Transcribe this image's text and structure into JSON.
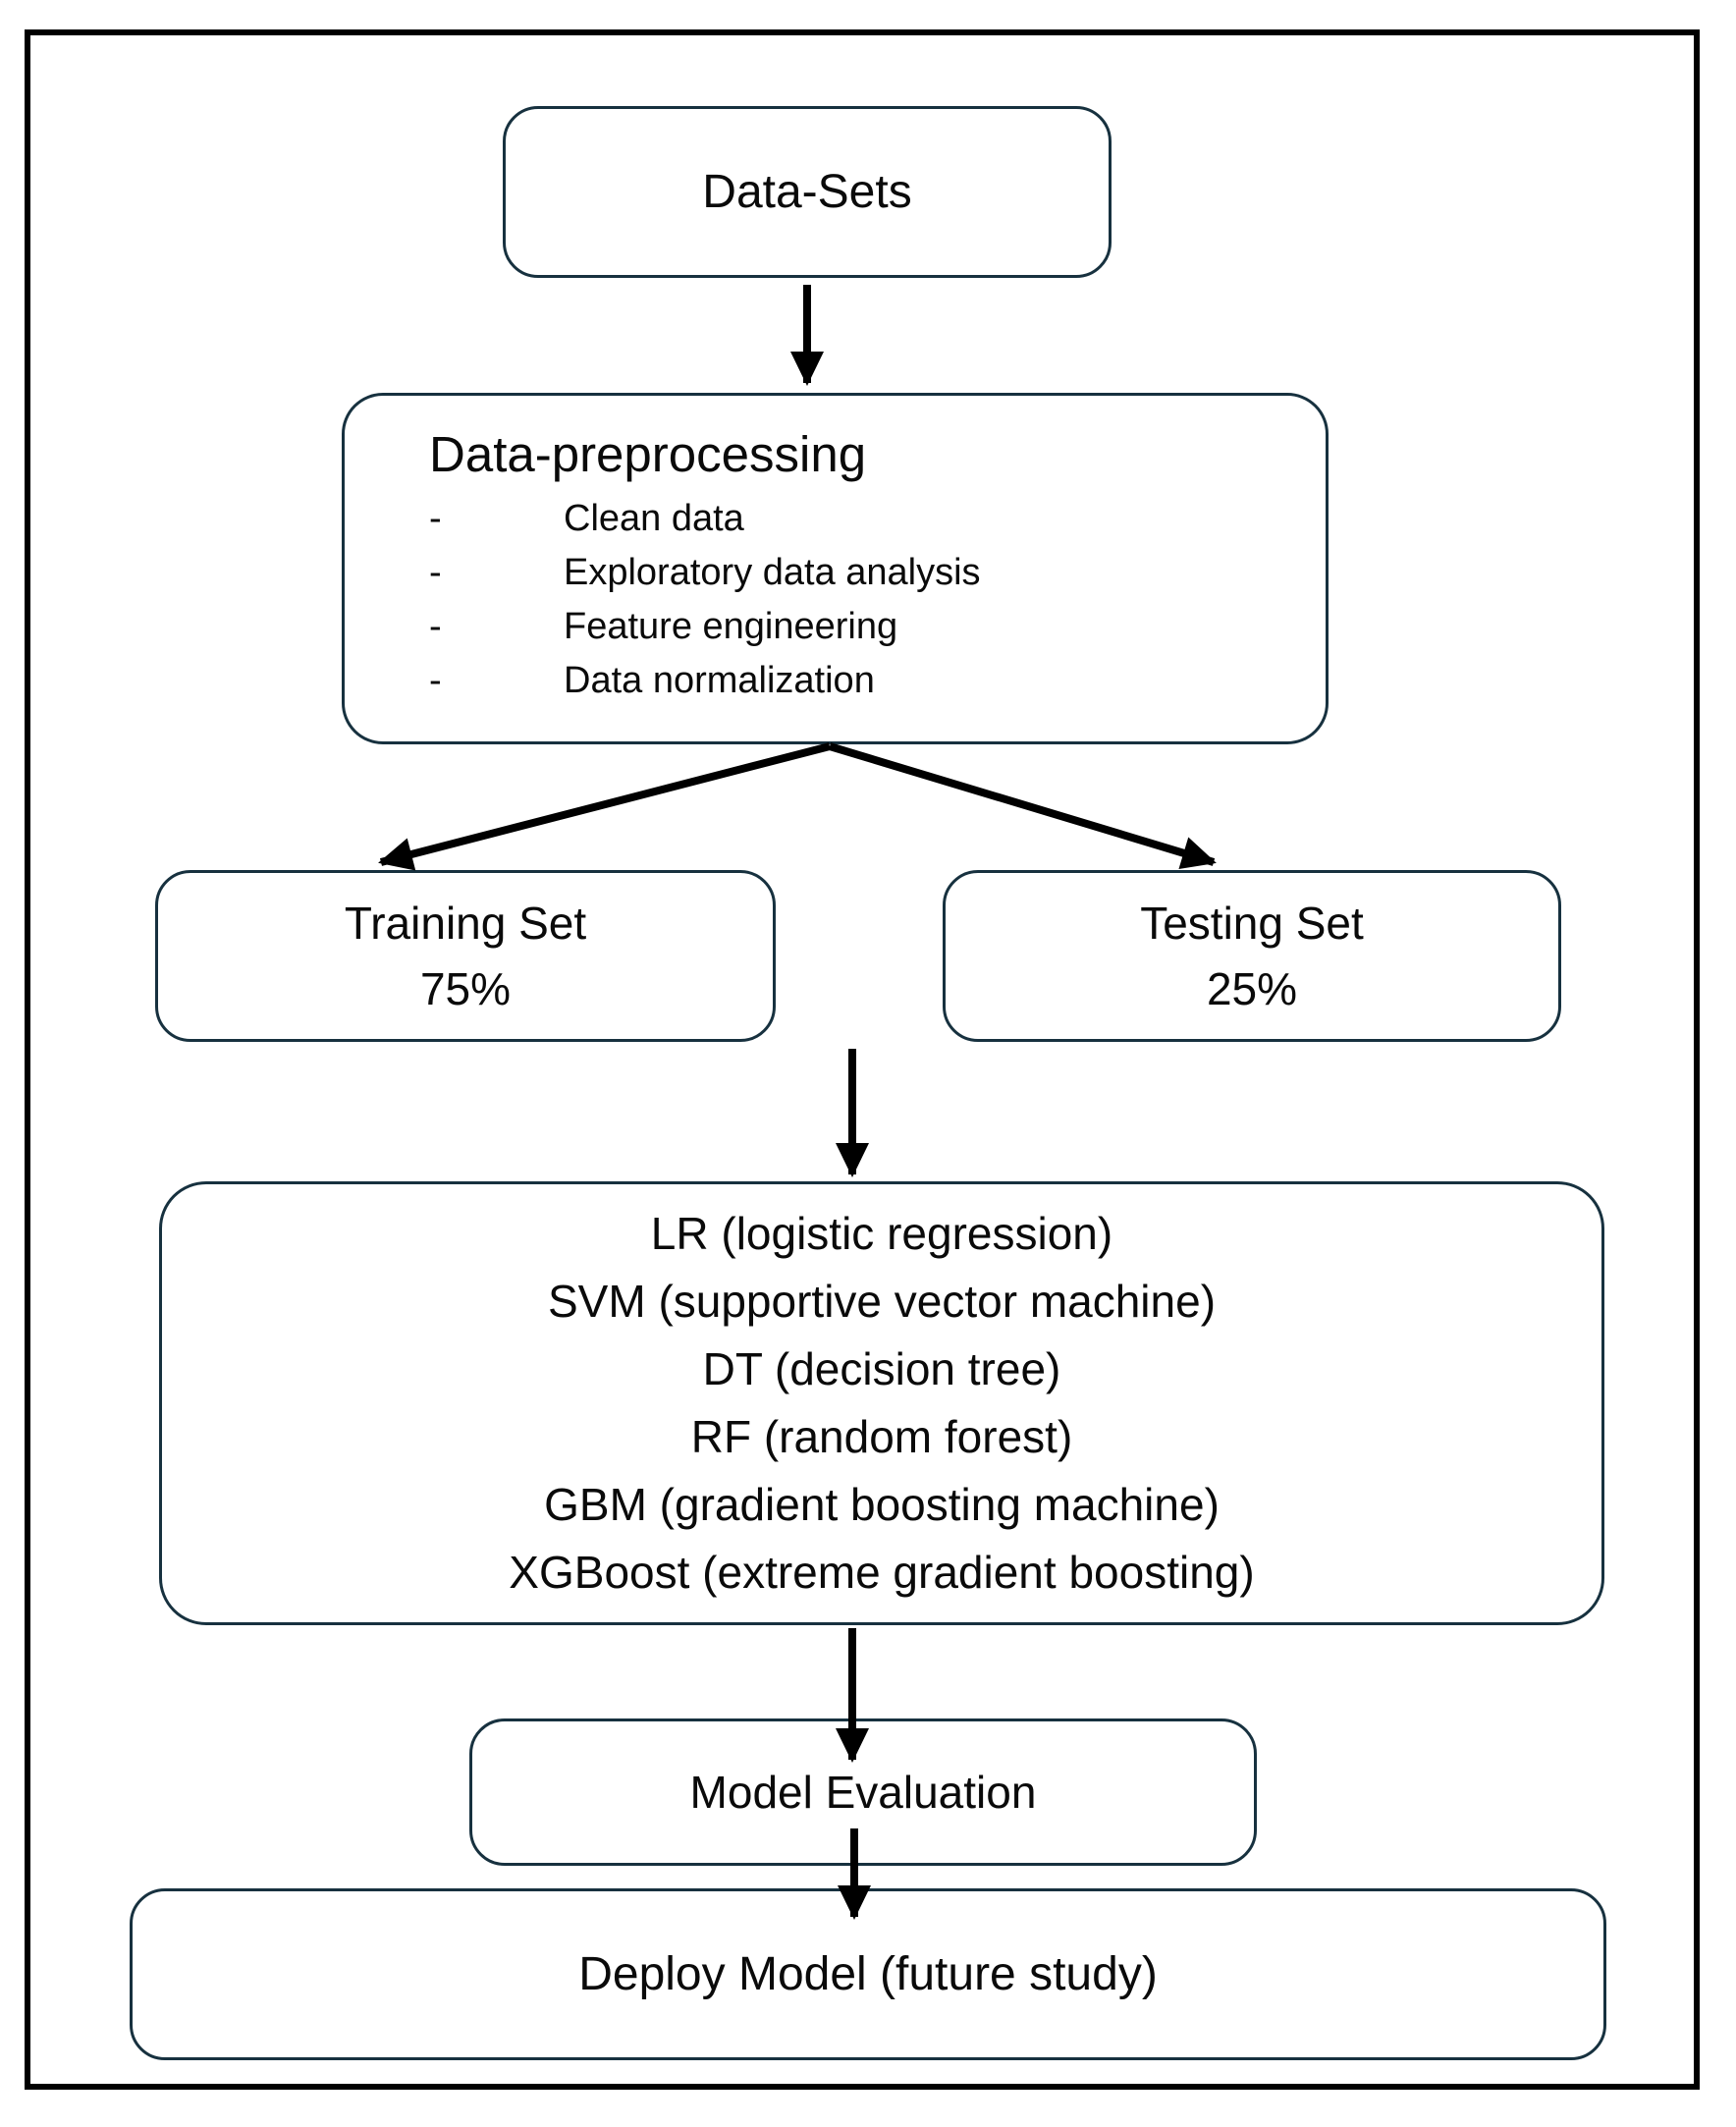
{
  "figure": {
    "type": "flowchart",
    "colors": {
      "box_border": "#17313f",
      "arrow": "#000000",
      "frame_border": "#000000",
      "background": "#ffffff",
      "text": "#0a0a0a"
    },
    "nodes": {
      "datasets": {
        "label": "Data-Sets"
      },
      "preprocessing": {
        "title": "Data-preprocessing",
        "marker": "-",
        "bullets": [
          "Clean data",
          "Exploratory data analysis",
          "Feature engineering",
          "Data normalization"
        ]
      },
      "training_set": {
        "title": "Training Set",
        "value": "75%"
      },
      "testing_set": {
        "title": "Testing Set",
        "value": "25%"
      },
      "models": {
        "items": [
          "LR (logistic regression)",
          "SVM (supportive vector machine)",
          "DT (decision tree)",
          "RF (random forest)",
          "GBM (gradient boosting machine)",
          "XGBoost (extreme gradient boosting)"
        ]
      },
      "evaluation": {
        "label": "Model Evaluation"
      },
      "deploy": {
        "label": "Deploy Model (future study)"
      }
    },
    "edges": [
      "datasets -> preprocessing",
      "preprocessing -> training_set",
      "preprocessing -> testing_set",
      "training/testing -> models",
      "models -> evaluation",
      "evaluation -> deploy"
    ]
  }
}
